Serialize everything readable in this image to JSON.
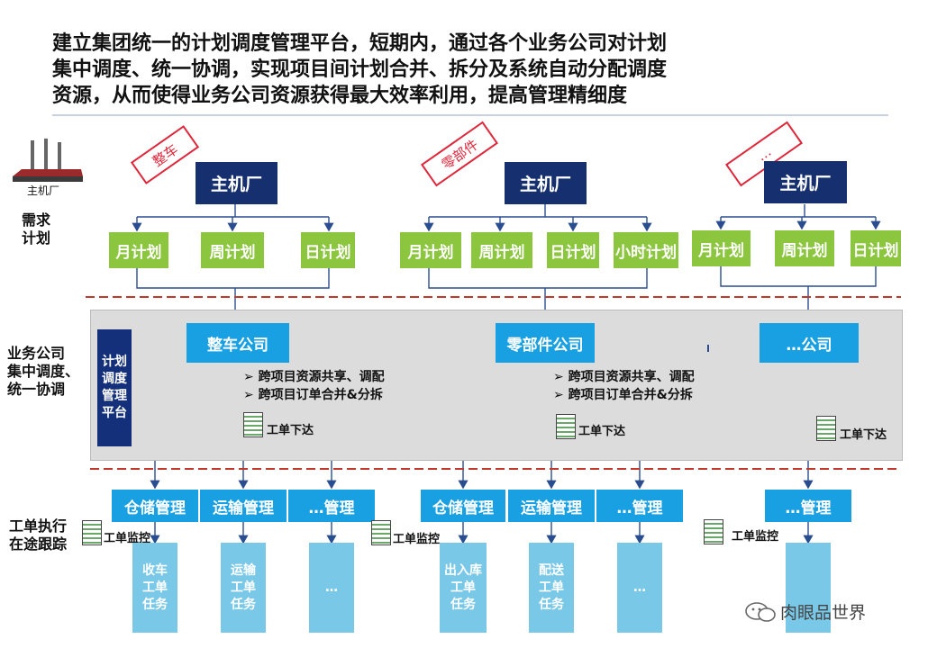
{
  "title_lines": [
    "建立集团统一的计划调度管理平台，短期内，通过各个业务公司对计划",
    "集中调度、统一协调，实现项目间计划合并、拆分及系统自动分配调度",
    "资源，从而使得业务公司资源获得最大效率利用，提高管理精细度"
  ],
  "factory_caption": "主机厂",
  "side_labels": {
    "demand": "需求\n计划",
    "business": "业务公司\n集中调度、\n统一协调",
    "execution": "工单执行\n在途跟踪"
  },
  "stamps": [
    "整车",
    "零部件",
    "…"
  ],
  "oem_boxes": [
    "主机厂",
    "主机厂",
    "主机厂"
  ],
  "plan_boxes": [
    "月计划",
    "周计划",
    "日计划",
    "月计划",
    "周计划",
    "日计划",
    "小时计划",
    "月计划",
    "周计划",
    "日计划"
  ],
  "platform_label": "计划\n调度\n管理\n平台",
  "companies": [
    "整车公司",
    "零部件公司",
    "…公司"
  ],
  "bullets": [
    "跨项目资源共享、调配",
    "跨项目订单合并&分拆",
    "跨项目资源共享、调配",
    "跨项目订单合并&分拆"
  ],
  "work_order": [
    "工单下达",
    "工单下达",
    "工单下达"
  ],
  "managers": [
    "仓储管理",
    "运输管理",
    "…管理",
    "仓储管理",
    "运输管理",
    "…管理",
    "…管理"
  ],
  "monitor": [
    "工单监控",
    "工单监控",
    "工单监控"
  ],
  "tasks": [
    "收车\n工单\n任务",
    "运输\n工单\n任务",
    "…",
    "出入库\n工单\n任务",
    "配送\n工单\n任务",
    "…",
    ""
  ],
  "watermark": "肉眼品世界",
  "colors": {
    "navy": "#16306f",
    "green": "#8cc63f",
    "blue": "#19a0e3",
    "light_blue": "#79c8e8",
    "stamp_red": "#e0263a",
    "dash_red": "#c0392b",
    "panel_grey": "#dcdcdc"
  }
}
